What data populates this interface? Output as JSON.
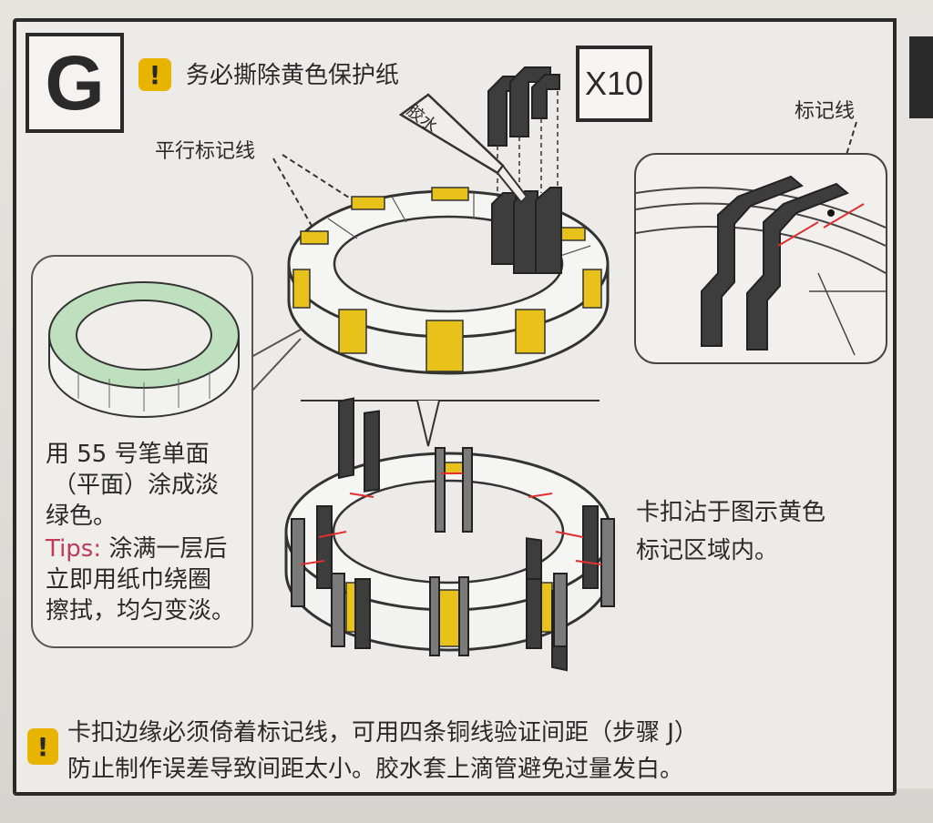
{
  "step": {
    "letter": "G"
  },
  "header": {
    "warning_text": "务必撕除黄色保护纸"
  },
  "quantity": {
    "label": "X10"
  },
  "labels": {
    "parallel_mark": "平行标记线",
    "glue": "胶水",
    "mark_line": "标记线"
  },
  "left_callout": {
    "lines": [
      "用 55 号笔单面",
      "（平面）涂成淡",
      "绿色。"
    ],
    "tips_label": "Tips:",
    "tips_lines": [
      "涂满一层后",
      "立即用纸巾绕圈",
      "擦拭，均匀变淡。"
    ]
  },
  "bottom_right_note": {
    "lines": [
      "卡扣沾于图示黄色",
      "标记区域内。"
    ]
  },
  "footer": {
    "lines": [
      "卡扣边缘必须倚着标记线，可用四条铜线验证间距（步骤 J）",
      "防止制作误差导致间距太小。胶水套上滴管避免过量发白。"
    ]
  },
  "icons": {
    "warning": "exclamation-icon"
  },
  "colors": {
    "yellow": "#e8c21a",
    "light_green": "#bfe0bf",
    "dark_part": "#3a3a3a",
    "red_mark": "#e03030"
  }
}
